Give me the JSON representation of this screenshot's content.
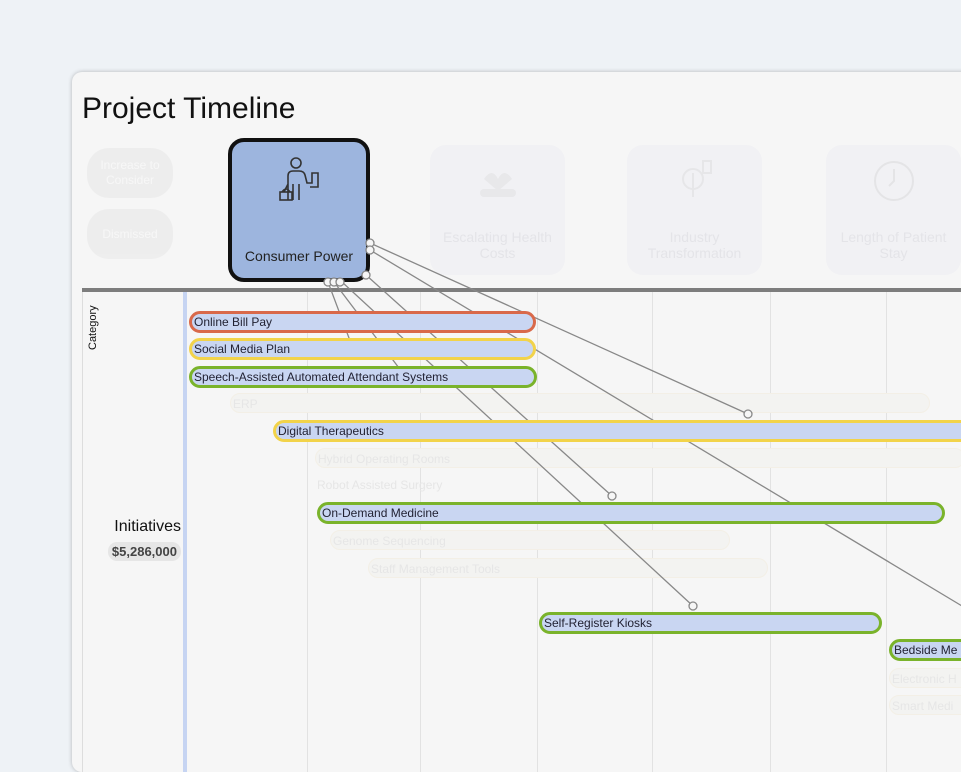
{
  "title": "Project Timeline",
  "filter_buttons": [
    "Increase to Consider",
    "Dismissed"
  ],
  "cards": [
    {
      "label": "Consumer Power",
      "icon": "consumer-icon",
      "active": true
    },
    {
      "label": "Escalating Health Costs",
      "icon": "health-costs-icon",
      "active": false
    },
    {
      "label": "Industry Transformation",
      "icon": "industry-icon",
      "active": false
    },
    {
      "label": "Length of Patient Stay",
      "icon": "clock-icon",
      "active": false
    }
  ],
  "axis_label": "Category",
  "group": {
    "label": "Initiatives",
    "amount": "$5,286,000"
  },
  "colors": {
    "red": "#d9694a",
    "yellow": "#f2d34a",
    "green": "#7ab32b",
    "bar_fill": "#c9d6f2"
  },
  "bars": [
    {
      "label": "Online Bill Pay",
      "color": "red"
    },
    {
      "label": "Social Media Plan",
      "color": "yellow"
    },
    {
      "label": "Speech-Assisted Automated Attendant Systems",
      "color": "green"
    },
    {
      "label": "Digital Therapeutics",
      "color": "yellow"
    },
    {
      "label": "On-Demand Medicine",
      "color": "green"
    },
    {
      "label": "Self-Register Kiosks",
      "color": "green"
    },
    {
      "label": "Bedside Me",
      "color": "green"
    }
  ],
  "faded_bars": [
    "ERP",
    "Hybrid Operating Rooms",
    "Robot Assisted Surgery",
    "Genome Sequencing",
    "Staff Management Tools",
    "Electronic H",
    "Smart Medi"
  ]
}
